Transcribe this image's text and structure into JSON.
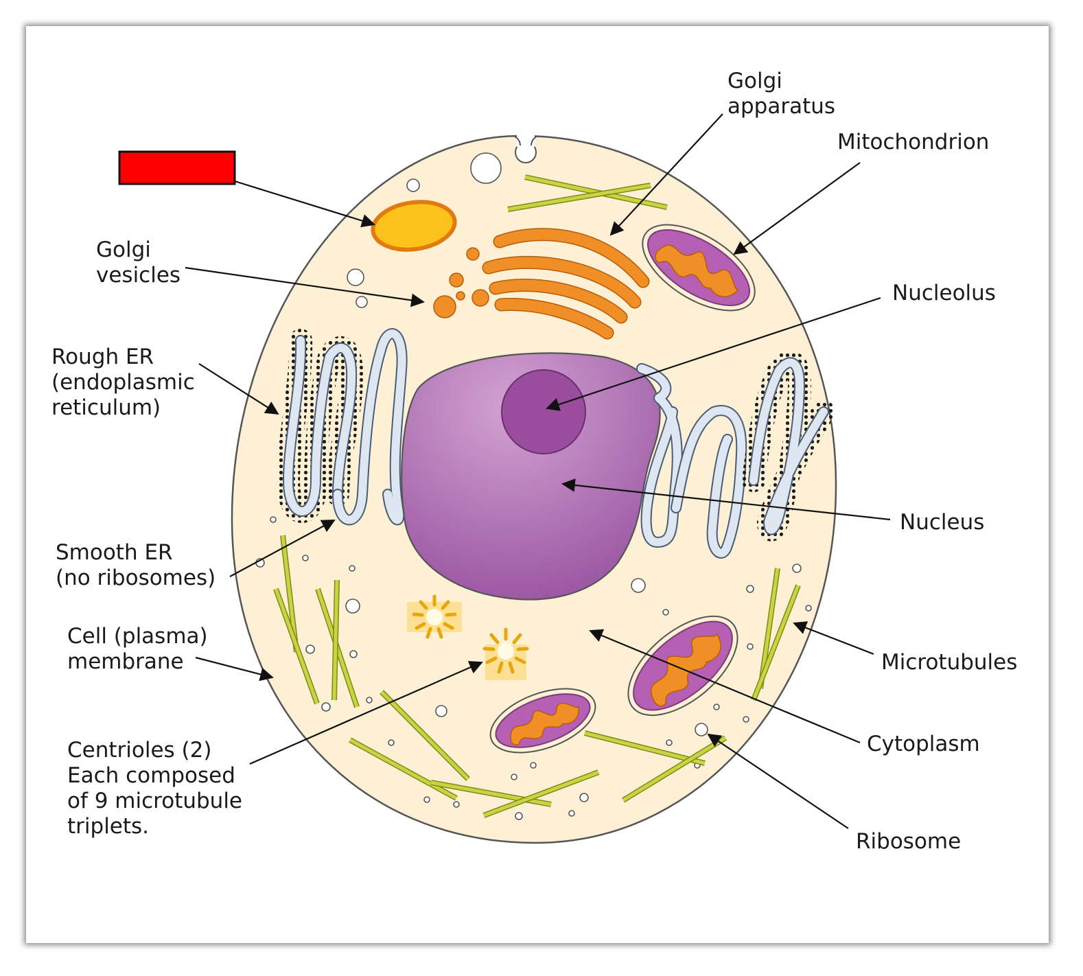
{
  "labels": {
    "golgi_apparatus": [
      "Golgi",
      "apparatus"
    ],
    "mitochondrion": "Mitochondrion",
    "golgi_vesicles": [
      "Golgi",
      "vesicles"
    ],
    "nucleolus": "Nucleolus",
    "rough_er": [
      "Rough ER",
      "(endoplasmic",
      "reticulum)"
    ],
    "smooth_er": [
      "Smooth ER",
      "(no ribosomes)"
    ],
    "nucleus": "Nucleus",
    "cell_membrane": [
      "Cell (plasma)",
      "membrane"
    ],
    "microtubules": "Microtubules",
    "centrioles": [
      "Centrioles (2)",
      "Each composed",
      "of 9 microtubule",
      "triplets."
    ],
    "cytoplasm": "Cytoplasm",
    "ribosome": "Ribosome"
  },
  "colors": {
    "cytoplasm": "#fdf0d5",
    "membrane": "#555555",
    "label_box": "#ff0000",
    "nucleus": "#a86bb0",
    "nucleolus": "#9a4d9d",
    "golgi": "#f18f27",
    "mitochondrion_outer": "#b660b4",
    "mitochondrion_cristae": "#f18f27",
    "lysosome": "#fcc21b",
    "smooth_er": "#dde6f1",
    "microtubule": "#c9d445",
    "centriole": "#fcc21b"
  }
}
